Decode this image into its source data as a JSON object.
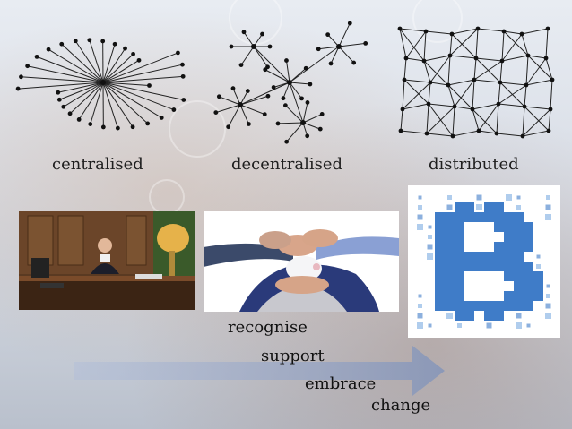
{
  "networks": [
    {
      "key": "centralised",
      "label": "centralised"
    },
    {
      "key": "decentralised",
      "label": "decentralised"
    },
    {
      "key": "distributed",
      "label": "distributed"
    }
  ],
  "steps": [
    "recognise",
    "support",
    "embrace",
    "change"
  ],
  "colors": {
    "node": "#111111",
    "edge": "#222222",
    "bitcoin_blue": "#3f7cc8",
    "arrow": "#9aa8c4"
  },
  "photos": {
    "left": "person-at-desk-photo",
    "middle": "hands-piggy-bank-photo",
    "right": "bitcoin-logo"
  }
}
